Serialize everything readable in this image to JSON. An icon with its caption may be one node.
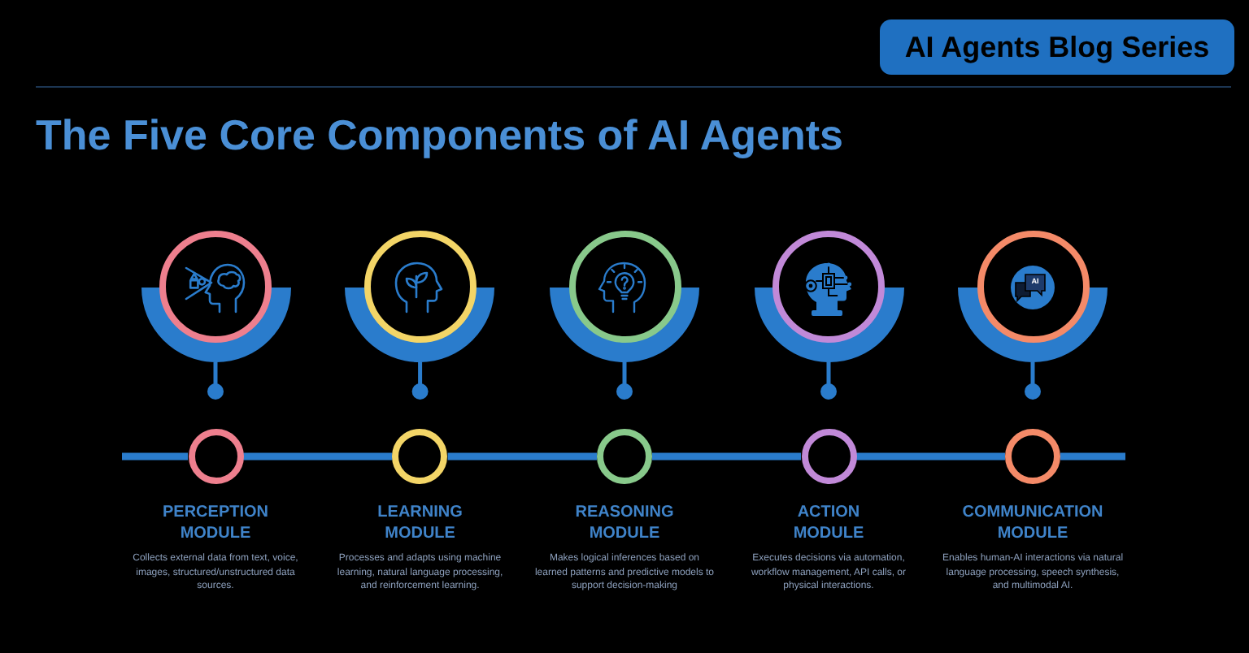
{
  "diagram": {
    "title": "The Five Core Components of AI Agents",
    "nodes": [
      {
        "text": [
          "AI Agents Blog Series"
        ]
      },
      {
        "text": [],
        "shape": "circle"
      },
      {
        "text": [],
        "shape": "circle"
      },
      {
        "text": [],
        "shape": "circle"
      },
      {
        "text": [],
        "shape": "circle"
      },
      {
        "text": [],
        "shape": "circle"
      },
      {
        "text": [],
        "shape": "arc"
      },
      {
        "text": [],
        "shape": "arc"
      },
      {
        "text": [],
        "shape": "arc"
      },
      {
        "text": [],
        "shape": "arc"
      },
      {
        "text": [],
        "shape": "arc"
      },
      {
        "text": [],
        "shape": "circle",
        "beside": [
          "PERCEPTION MODULE",
          "Collects external data from text, voice, images, structured/unstructured data sources."
        ]
      },
      {
        "text": [],
        "shape": "circle",
        "beside": [
          "LEARNING MODULE",
          "Processes and adapts using machine learning, natural language processing, and reinforcement learning."
        ]
      },
      {
        "text": [],
        "shape": "circle",
        "beside": [
          "REASONING MODULE",
          "Makes logical inferences based on learned patterns and predictive models to support decision-making"
        ]
      },
      {
        "text": [],
        "shape": "circle",
        "beside": [
          "ACTION MODULE",
          "Executes decisions via automation, workflow management, API calls, or physical interactions."
        ]
      },
      {
        "text": [],
        "shape": "circle",
        "beside": [
          "COMMUNICATION MODULE",
          "Enables human-AI interactions via natural language processing, speech synthesis, and multimodal AI."
        ]
      }
    ],
    "edges": [
      {
        "from": 6,
        "to": null,
        "arrow": "other"
      },
      {
        "from": 7,
        "to": null,
        "arrow": "other"
      },
      {
        "from": 8,
        "to": null,
        "arrow": "other"
      },
      {
        "from": 9,
        "to": null,
        "arrow": "other"
      },
      {
        "from": 10,
        "to": null,
        "arrow": "other"
      },
      {
        "from": null,
        "to": 11,
        "arrow": "none"
      },
      {
        "from": 11,
        "to": 12,
        "arrow": "none"
      },
      {
        "from": 12,
        "to": 13,
        "arrow": "none"
      },
      {
        "from": 13,
        "to": 14,
        "arrow": "none"
      },
      {
        "from": 14,
        "to": 15,
        "arrow": "none"
      },
      {
        "from": 15,
        "to": null,
        "arrow": "none"
      }
    ],
    "labels": [
      "AI"
    ]
  }
}
